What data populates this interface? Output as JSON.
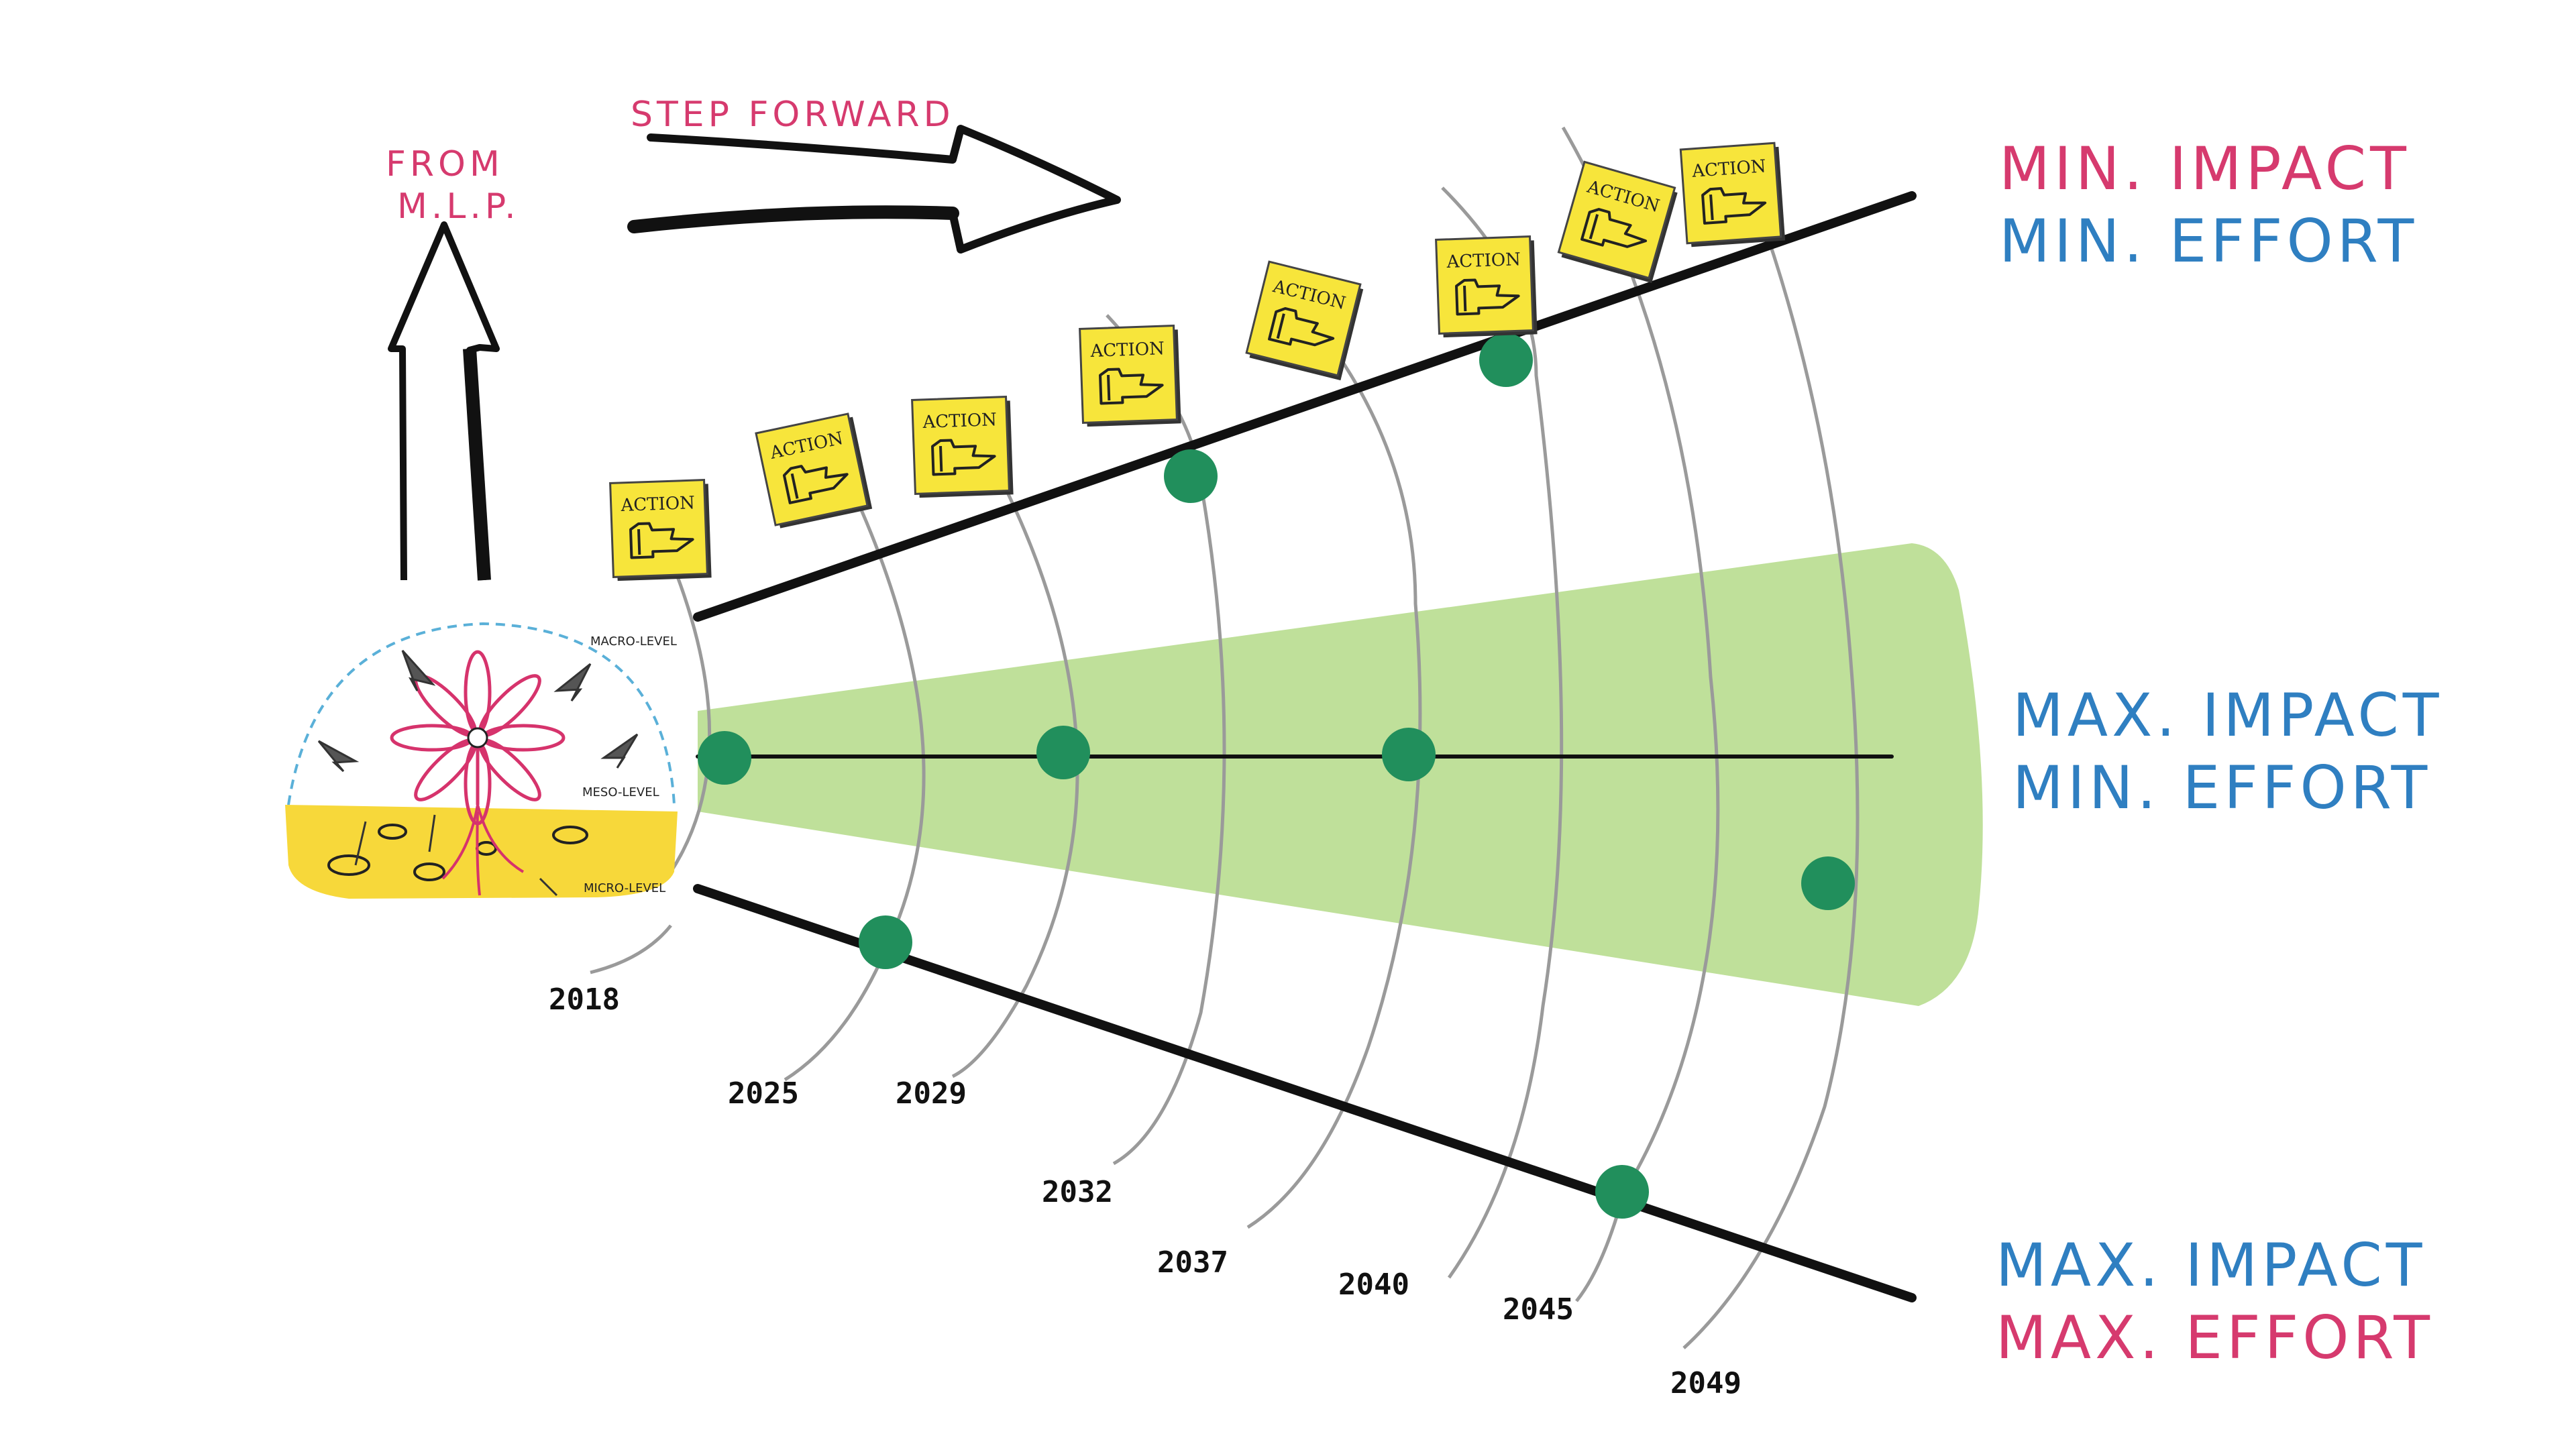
{
  "header": {
    "from_label": [
      "FROM",
      "M.L.P."
    ],
    "step_label": "STEP FORWARD"
  },
  "levels": {
    "macro": "MACRO-LEVEL",
    "meso": "MESO-LEVEL",
    "micro": "MICRO-LEVEL"
  },
  "outcomes": {
    "top": [
      {
        "text": "MIN. IMPACT",
        "color": "#d63a6e"
      },
      {
        "text": "MIN. EFFORT",
        "color": "#2f7fc1"
      }
    ],
    "middle": [
      {
        "text": "MAX. IMPACT",
        "color": "#2f7fc1"
      },
      {
        "text": "MIN. EFFORT",
        "color": "#2f7fc1"
      }
    ],
    "bottom": [
      {
        "text": "MAX. IMPACT",
        "color": "#2f7fc1"
      },
      {
        "text": "MAX. EFFORT",
        "color": "#d63a6e"
      }
    ]
  },
  "note_label": "ACTION",
  "years": [
    "2018",
    "2025",
    "2029",
    "2032",
    "2037",
    "2040",
    "2045",
    "2049"
  ],
  "colors": {
    "band": "#bfe09a",
    "dot": "#218f5c",
    "note": "#f7e53b",
    "soil": "#f7d83a",
    "flower": "#d6336c",
    "pink": "#d63a6e",
    "blue": "#2f7fc1",
    "line": "#111111",
    "arc": "#9a9a9a"
  }
}
